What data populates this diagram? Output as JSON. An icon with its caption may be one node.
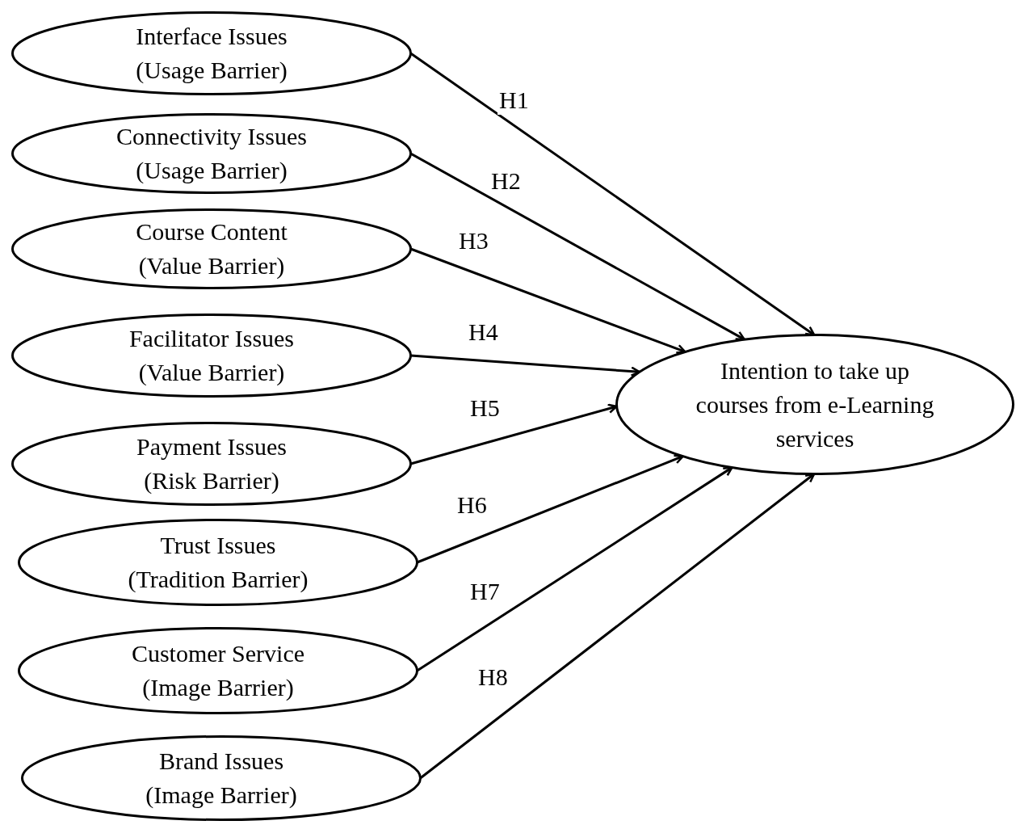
{
  "diagram": {
    "nodes": [
      {
        "text": [
          "Interface Issues",
          "(Usage Barrier)"
        ]
      },
      {
        "text": [
          "Connectivity Issues",
          "(Usage Barrier)"
        ]
      },
      {
        "text": [
          "Course Content",
          "(Value Barrier)"
        ]
      },
      {
        "text": [
          "Facilitator Issues",
          "(Value Barrier)"
        ]
      },
      {
        "text": [
          "Payment Issues",
          "(Risk Barrier)"
        ]
      },
      {
        "text": [
          "Trust Issues",
          "(Tradition Barrier)"
        ]
      },
      {
        "text": [
          "Customer Service",
          "(Image Barrier)"
        ]
      },
      {
        "text": [
          "Brand Issues",
          "(Image Barrier)"
        ]
      },
      {
        "text": [
          "Intention to take up courses from e-Learning services"
        ]
      }
    ],
    "edges": [
      {
        "from": 0,
        "to": 8,
        "arrow": "to",
        "label": "H1"
      },
      {
        "from": 1,
        "to": 8,
        "arrow": "to",
        "label": "H2"
      },
      {
        "from": 2,
        "to": 8,
        "arrow": "to",
        "label": "H3"
      },
      {
        "from": 3,
        "to": 8,
        "arrow": "to",
        "label": "H4"
      },
      {
        "from": 4,
        "to": 8,
        "arrow": "to",
        "label": "H5"
      },
      {
        "from": 5,
        "to": 8,
        "arrow": "to",
        "label": "H6"
      },
      {
        "from": 6,
        "to": 8,
        "arrow": "to",
        "label": "H7"
      },
      {
        "from": 7,
        "to": 8,
        "arrow": "to",
        "label": "H8"
      }
    ]
  }
}
